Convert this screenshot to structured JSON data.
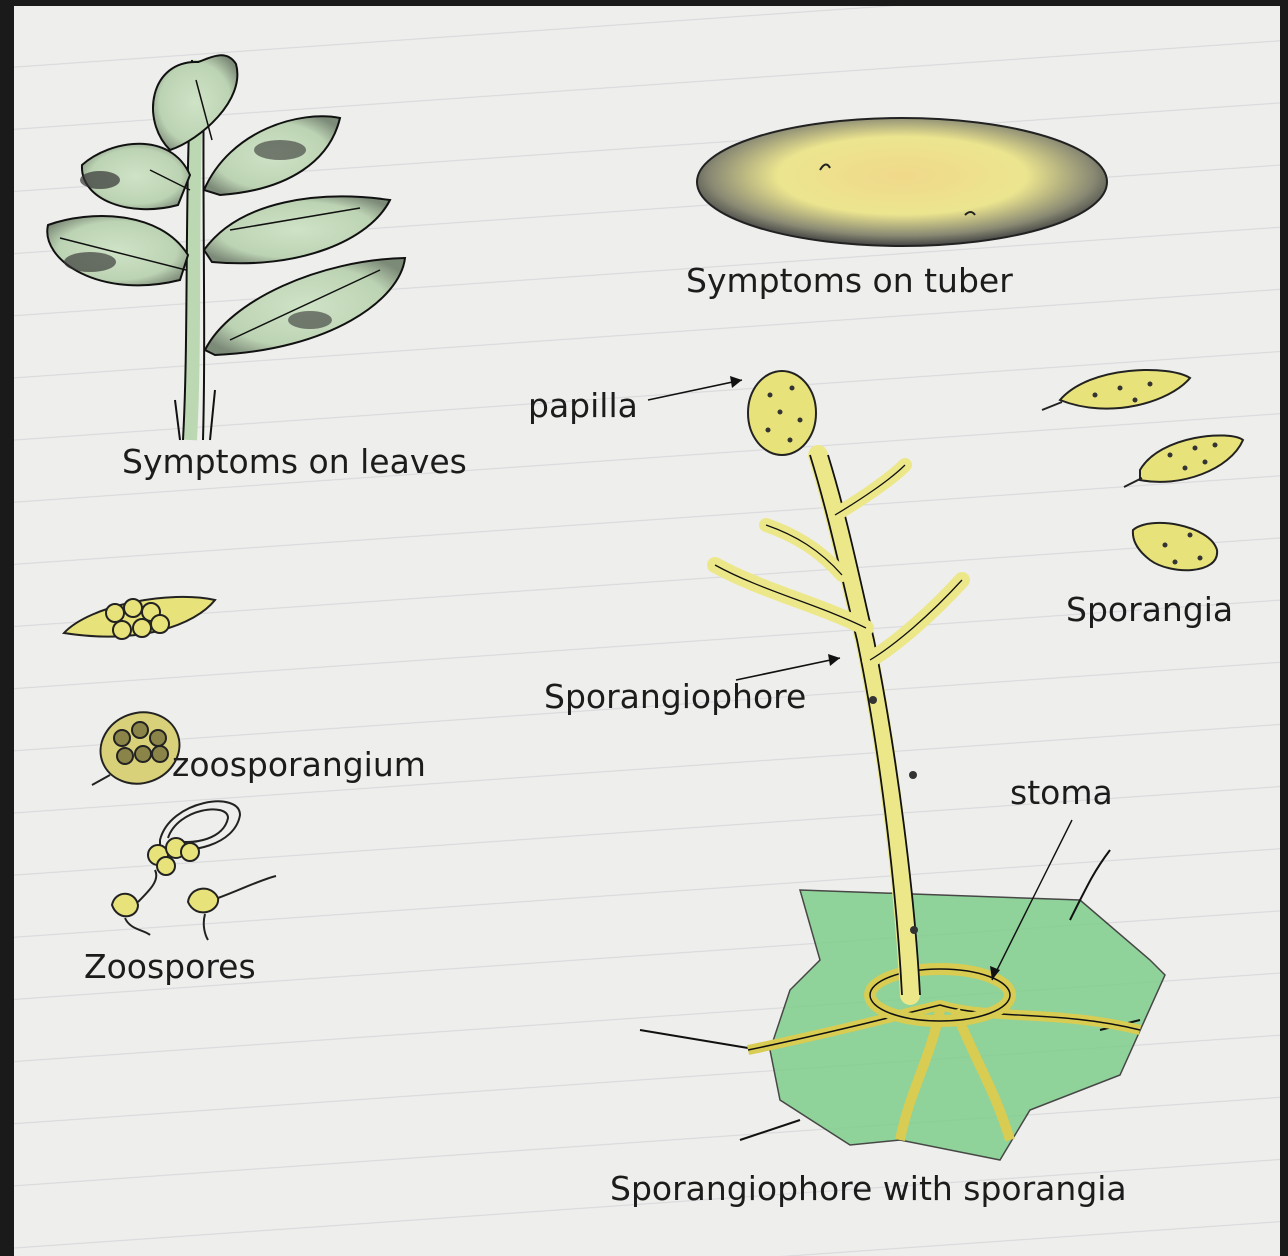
{
  "labels": {
    "leaves": "Symptoms on leaves",
    "tuber": "Symptoms on tuber",
    "papilla": "papilla",
    "sporangia": "Sporangia",
    "sporangiophore": "Sporangiophore",
    "zoosporangium": "zoosporangium",
    "stoma": "stoma",
    "zoospores": "Zoospores",
    "caption": "Sporangiophore with sporangia"
  },
  "colors": {
    "paper": "#eeeeec",
    "leaf_green": "#c7dcc0",
    "leaf_dark": "#3c3c3c",
    "spore_yellow": "#e8e27a",
    "tissue_green": "#7fce8c",
    "ink": "#111111"
  }
}
